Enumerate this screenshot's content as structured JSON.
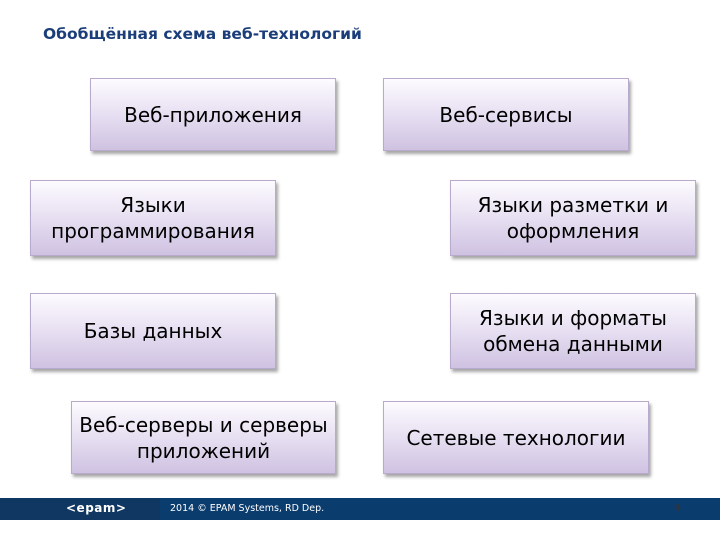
{
  "slide": {
    "title": "Обобщённая схема веб-технологий"
  },
  "boxes": {
    "web_apps": "Веб-приложения",
    "web_services": "Веб-сервисы",
    "prog_languages": "Языки программирования",
    "markup_languages": "Языки разметки и оформления",
    "databases": "Базы данных",
    "exchange_formats": "Языки и форматы обмена данными",
    "web_servers": "Веб-серверы и серверы приложений",
    "network_tech": "Сетевые технологии"
  },
  "footer": {
    "logo": "<epam>",
    "copyright": "2014 © EPAM Systems, RD Dep.",
    "page_number": "4"
  },
  "colors": {
    "title": "#1b3e7a",
    "footer_bar": "#0b3c6e",
    "box_fill_top": "#fdfbff",
    "box_fill_bottom": "#cfc2e2"
  }
}
